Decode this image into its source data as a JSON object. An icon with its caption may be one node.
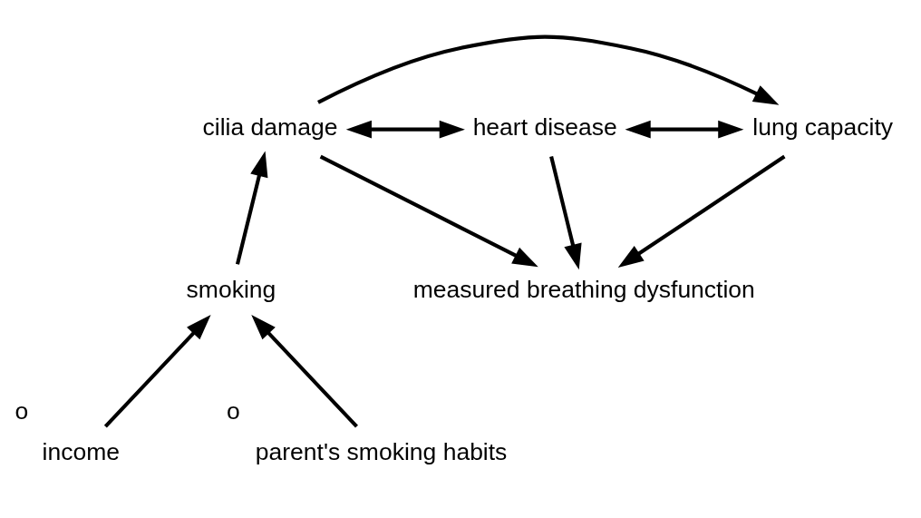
{
  "diagram": {
    "nodes": [
      {
        "text": [
          "cilia damage"
        ]
      },
      {
        "text": [
          "heart disease"
        ]
      },
      {
        "text": [
          "lung capacity"
        ]
      },
      {
        "text": [
          "smoking"
        ]
      },
      {
        "text": [
          "measured breathing dysfunction"
        ]
      },
      {
        "text": [
          "income"
        ],
        "beside": [
          "o"
        ]
      },
      {
        "text": [
          "parent's smoking habits"
        ],
        "beside": [
          "o"
        ]
      }
    ],
    "edges": [
      {
        "from": 0,
        "to": 1,
        "arrow": "both"
      },
      {
        "from": 1,
        "to": 2,
        "arrow": "both"
      },
      {
        "from": 0,
        "to": 2,
        "arrow": "to"
      },
      {
        "from": 3,
        "to": 0,
        "arrow": "to"
      },
      {
        "from": 0,
        "to": 4,
        "arrow": "to"
      },
      {
        "from": 1,
        "to": 4,
        "arrow": "to"
      },
      {
        "from": 2,
        "to": 4,
        "arrow": "to"
      },
      {
        "from": 5,
        "to": 3,
        "arrow": "to"
      },
      {
        "from": 6,
        "to": 3,
        "arrow": "to"
      }
    ]
  }
}
